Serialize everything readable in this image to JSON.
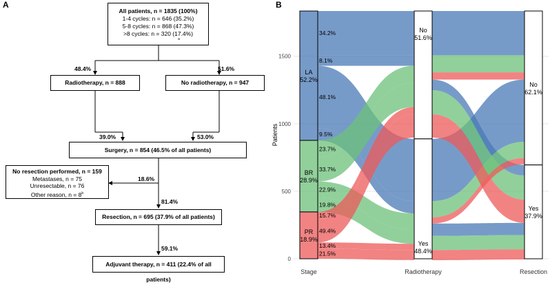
{
  "panel_a": {
    "letter": "A",
    "all_patients": {
      "title": "All patients, n = 1835 (100%)",
      "lines": [
        "1-4 cycles: n = 646 (35.2%)",
        "5-8 cycles: n = 868 (47.3%)",
        ">8 cycles: n = 320 (17.4%)"
      ],
      "footnote": "a"
    },
    "pct_radiotherapy": "48.4%",
    "pct_no_radiotherapy": "51.6%",
    "radiotherapy": "Radiotherapy, n = 888",
    "no_radiotherapy": "No radiotherapy, n = 947",
    "pct_rt_to_surgery": "39.0%",
    "pct_nort_to_surgery": "53.0%",
    "surgery": "Surgery, n = 854 (46.5% of all patients)",
    "no_resection": {
      "title": "No resection performed, n = 159",
      "lines": [
        "Metastases, n = 75",
        "Unresectable, n = 76",
        "Other reason, n = 8"
      ],
      "footnote": "b"
    },
    "pct_no_resection": "18.6%",
    "pct_resection": "81.4%",
    "resection": "Resection, n = 695 (37.9% of all patients)",
    "pct_adjuvant": "59.1%",
    "adjuvant": "Adjuvant therapy, n = 411 (22.4% of all patients)"
  },
  "panel_b": {
    "letter": "B",
    "chart_data": {
      "type": "alluvial",
      "ylabel": "Patients",
      "yticks": [
        0,
        500,
        1000,
        1500
      ],
      "ylim": [
        0,
        1835
      ],
      "axes": [
        "Stage",
        "Radiotherapy",
        "Resection"
      ],
      "colors": {
        "LA": "#4a7ab5",
        "BR": "#6cc07a",
        "PR": "#ee5a5a"
      },
      "stage_strata": [
        {
          "label": "LA",
          "pct": "52.2%",
          "n": 958
        },
        {
          "label": "BR",
          "pct": "28.9%",
          "n": 530
        },
        {
          "label": "PR",
          "pct": "18.9%",
          "n": 347
        }
      ],
      "radiotherapy_strata": [
        {
          "label": "No",
          "pct": "51.6%",
          "n": 947
        },
        {
          "label": "Yes",
          "pct": "48.4%",
          "n": 888
        }
      ],
      "resection_strata": [
        {
          "label": "No",
          "pct": "62.1%",
          "n": 1140
        },
        {
          "label": "Yes",
          "pct": "37.9%",
          "n": 695
        }
      ],
      "stage_flow_labels": [
        "34.2%",
        "8.1%",
        "48.1%",
        "9.5%",
        "23.7%",
        "33.7%",
        "22.9%",
        "19.8%",
        "15.7%",
        "49.4%",
        "13.4%",
        "21.5%"
      ],
      "flows": [
        {
          "stage": "LA",
          "rt": "No",
          "res": "No",
          "n": 328
        },
        {
          "stage": "LA",
          "rt": "No",
          "res": "Yes",
          "n": 78
        },
        {
          "stage": "LA",
          "rt": "Yes",
          "res": "No",
          "n": 461
        },
        {
          "stage": "LA",
          "rt": "Yes",
          "res": "Yes",
          "n": 91
        },
        {
          "stage": "BR",
          "rt": "No",
          "res": "No",
          "n": 126
        },
        {
          "stage": "BR",
          "rt": "No",
          "res": "Yes",
          "n": 179
        },
        {
          "stage": "BR",
          "rt": "Yes",
          "res": "No",
          "n": 120
        },
        {
          "stage": "BR",
          "rt": "Yes",
          "res": "Yes",
          "n": 105
        },
        {
          "stage": "PR",
          "rt": "No",
          "res": "No",
          "n": 54
        },
        {
          "stage": "PR",
          "rt": "No",
          "res": "Yes",
          "n": 172
        },
        {
          "stage": "PR",
          "rt": "Yes",
          "res": "No",
          "n": 46
        },
        {
          "stage": "PR",
          "rt": "Yes",
          "res": "Yes",
          "n": 75
        }
      ]
    }
  }
}
